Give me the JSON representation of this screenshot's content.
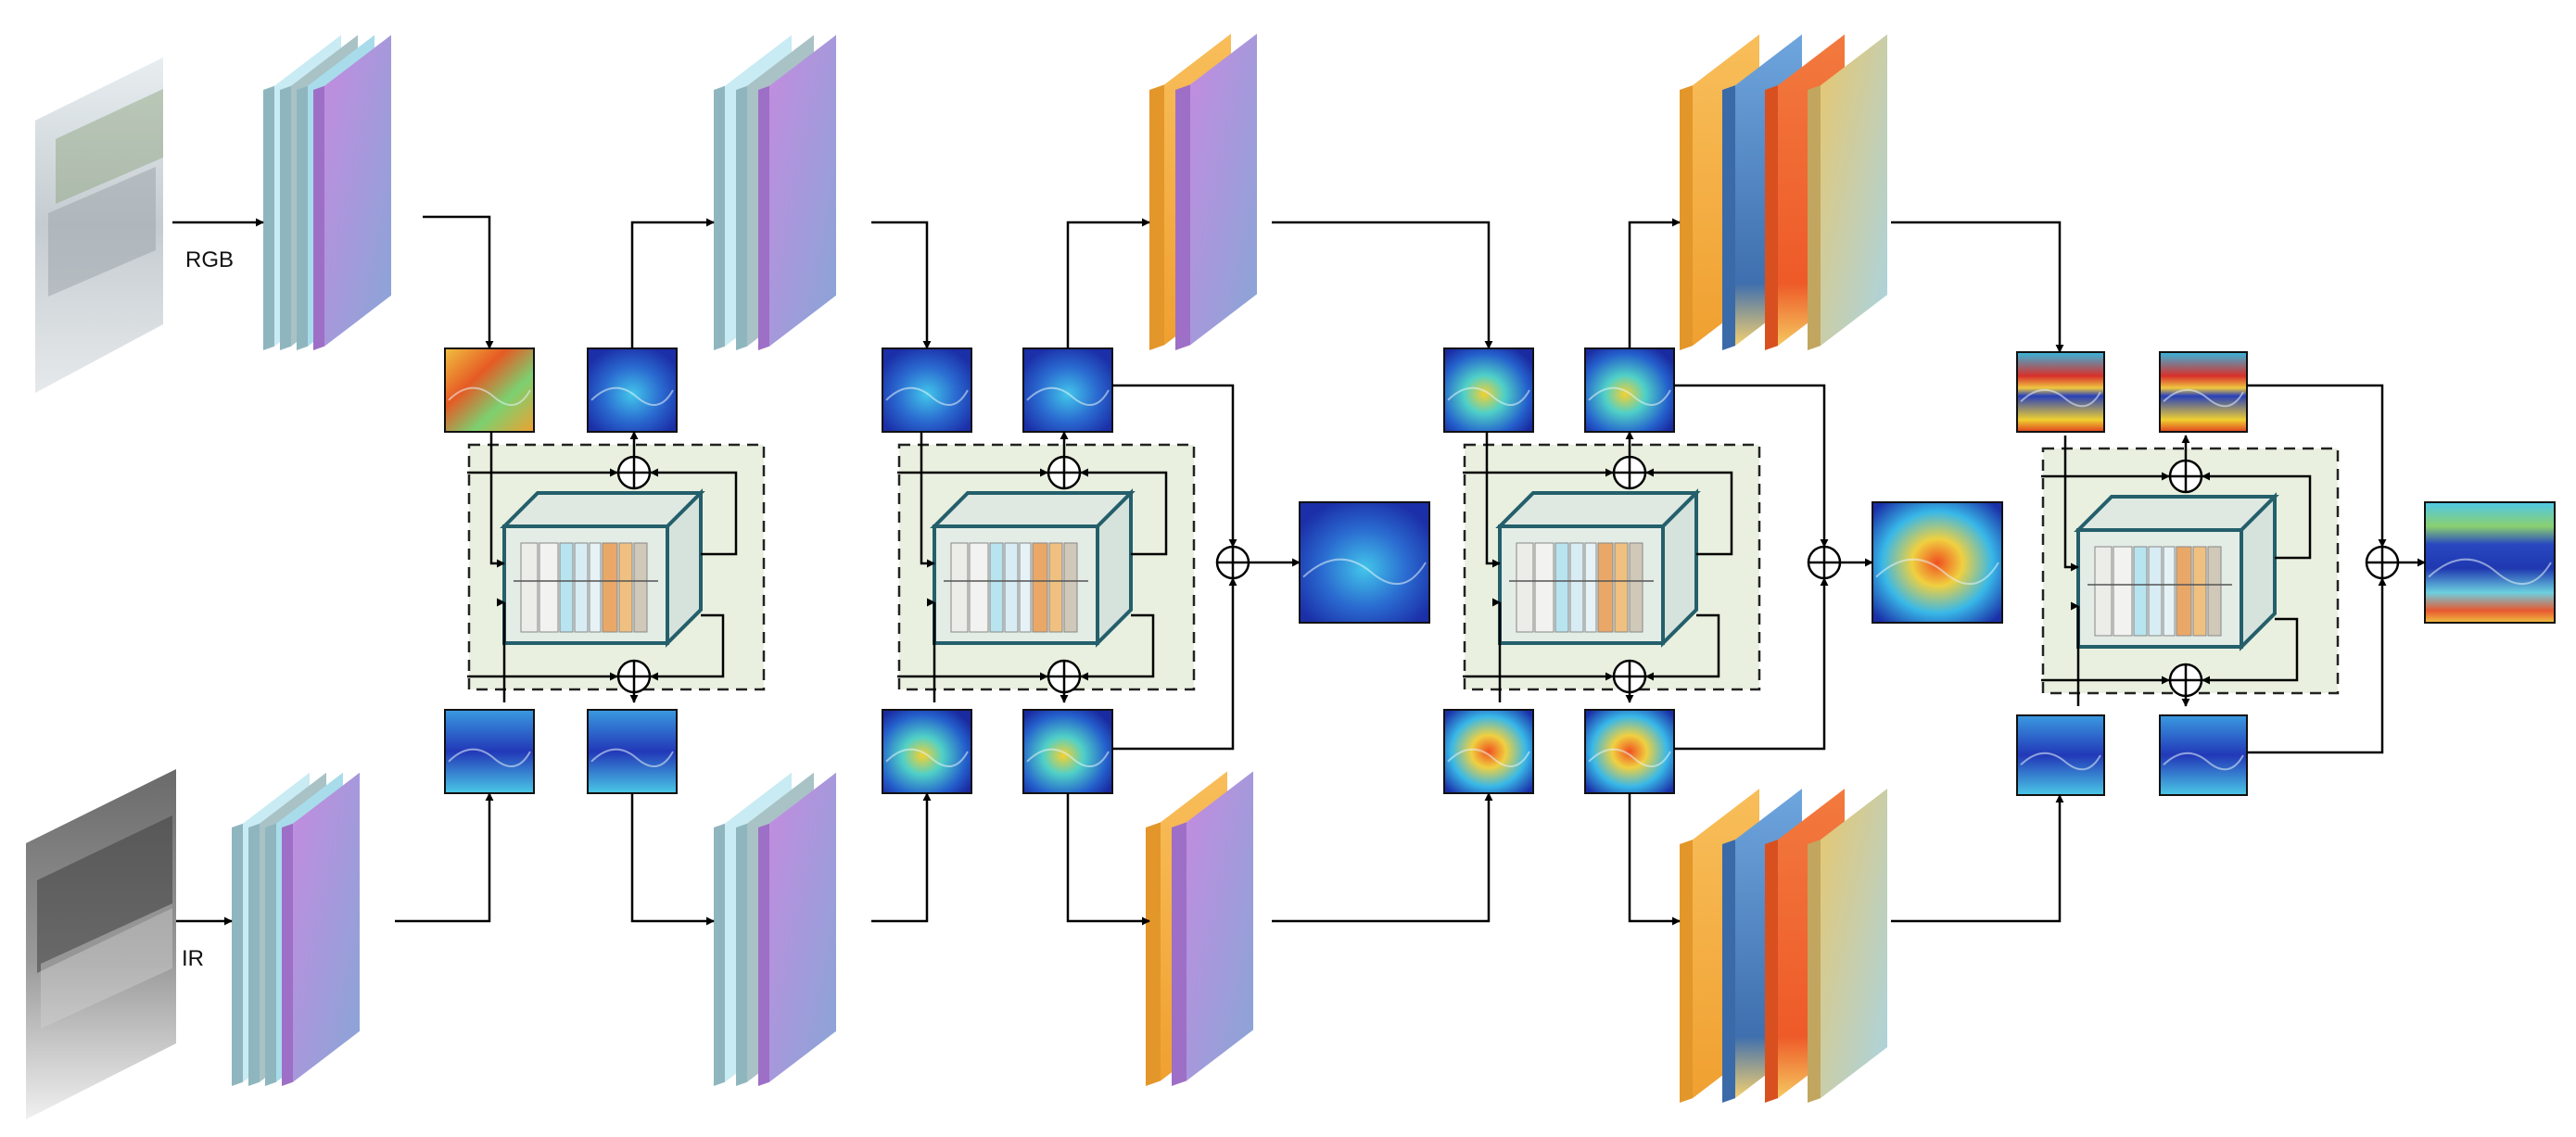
{
  "labels": {
    "rgb": "RGB",
    "ir": "IR"
  },
  "colors": {
    "light_cyan": "#c6e9f2",
    "cyan": "#a4dbea",
    "gray_cyan": "#a8c3c8",
    "purple": "#b57fd8",
    "purple_end": "#8fa8d8",
    "orange": "#f6b24c",
    "blue": "#5b8fcc",
    "red_orange": "#f06a35",
    "tan": "#dcc07a",
    "module_fill": "#e9f0df",
    "cube_edge": "#245f6b",
    "arrow": "#000000",
    "heat_low": "#1f3fb0",
    "heat_mid": "#3cc8e8",
    "heat_high": "#f0d030",
    "heat_peak": "#e03010"
  },
  "icons": {
    "fusion": "circled-plus-icon",
    "rgb_input": "rgb-image-icon",
    "ir_input": "ir-image-icon"
  },
  "stages": [
    {
      "stage": 1,
      "rgb_layers": [
        "light_cyan",
        "gray_cyan",
        "cyan",
        "purple"
      ],
      "ir_layers": [
        "light_cyan",
        "gray_cyan",
        "cyan",
        "purple"
      ]
    },
    {
      "stage": 2,
      "rgb_layers": [
        "light_cyan",
        "gray_cyan",
        "purple"
      ],
      "ir_layers": [
        "light_cyan",
        "gray_cyan",
        "purple"
      ]
    },
    {
      "stage": 3,
      "rgb_layers": [
        "orange",
        "purple"
      ],
      "ir_layers": [
        "orange",
        "purple"
      ]
    },
    {
      "stage": 4,
      "rgb_layers": [
        "orange",
        "blue",
        "red_orange",
        "tan"
      ],
      "ir_layers": [
        "orange",
        "blue",
        "red_orange",
        "tan"
      ]
    }
  ]
}
